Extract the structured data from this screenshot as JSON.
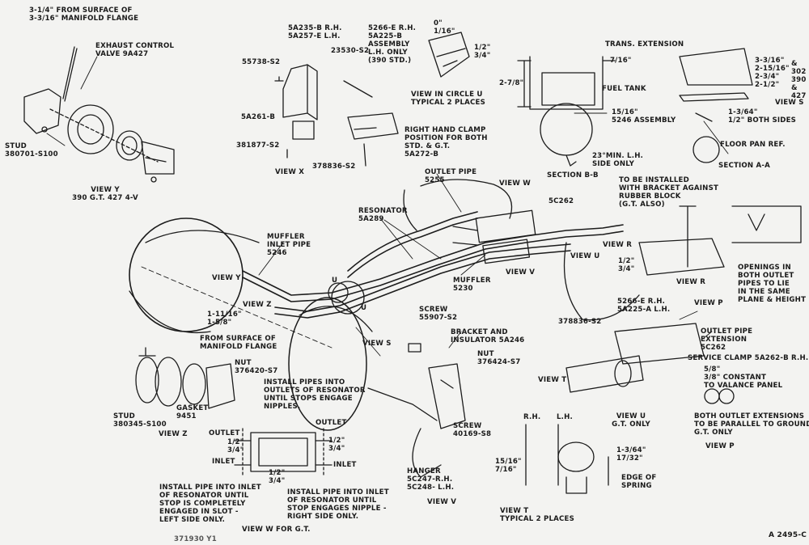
{
  "diagram_id": "A 2495-C",
  "views": {
    "view_y": {
      "title": "VIEW Y",
      "subtitle": "390 G.T. 427 4-V",
      "labels": [
        "3-1/4\" FROM SURFACE OF\n3-3/16\" MANIFOLD FLANGE",
        "EXHAUST CONTROL\nVALVE 9A427",
        "STUD\n380701-S100"
      ]
    },
    "view_x": {
      "title": "VIEW X",
      "labels": [
        "5A235-B R.H.\n5A257-E L.H.",
        "55738-S2",
        "23530-S2",
        "5266-E R.H.\n5A225-B\nASSEMBLY\nL.H. ONLY\n(390 STD.)",
        "5A261-B",
        "381877-S2",
        "RIGHT HAND CLAMP\nPOSITION FOR BOTH\nSTD. & G.T.\n5A272-B",
        "378836-S2"
      ]
    },
    "view_u_circle": {
      "title": "VIEW IN CIRCLE U\nTYPICAL 2 PLACES",
      "labels": [
        "0\"\n1/16\"",
        "1/2\"\n3/4\""
      ]
    },
    "section_bb": {
      "title": "SECTION B-B",
      "labels": [
        "7/16\"",
        "2-7/8\"",
        "FUEL TANK",
        "15/16\"\n5246 ASSEMBLY",
        "23°MIN. L.H.\nSIDE ONLY"
      ]
    },
    "view_s_section_aa": {
      "titles": [
        "VIEW S",
        "SECTION A-A"
      ],
      "labels": [
        "TRANS. EXTENSION",
        "3-3/16\"\n2-15/16\"\n2-3/4\"\n2-1/2\"",
        "&\n302\n390\n&\n427",
        "1-3/64\"\n1/2\" BOTH SIDES",
        "FLOOR PAN REF."
      ]
    },
    "main_assembly": {
      "labels": [
        "MUFFLER\nINLET PIPE\n5246",
        "RESONATOR\n5A289",
        "OUTLET PIPE\n5255",
        "5C262",
        "MUFFLER\n5230",
        "VIEW Y",
        "VIEW Z",
        "VIEW W",
        "VIEW S",
        "VIEW V",
        "VIEW U",
        "VIEW R",
        "VIEW P",
        "VIEW T",
        "U",
        "U"
      ]
    },
    "view_r": {
      "title": "VIEW R",
      "labels": [
        "TO BE INSTALLED\nWITH BRACKET AGAINST\nRUBBER BLOCK\n(G.T. ALSO)",
        "1/2\"\n3/4\"",
        "OPENINGS IN\nBOTH OUTLET\nPIPES TO LIE\nIN THE SAME\nPLANE & HEIGHT"
      ]
    },
    "view_z": {
      "title": "VIEW Z",
      "labels": [
        "1-11/16\"\n1-5/8\"",
        "FROM SURFACE OF\nMANIFOLD FLANGE",
        "NUT\n376420-S7",
        "GASKET\n9451",
        "STUD\n380345-S100"
      ]
    },
    "view_w": {
      "title": "VIEW W FOR G.T.",
      "labels": [
        "INSTALL PIPES INTO\nOUTLETS OF RESONATOR\nUNTIL STOPS ENGAGE\nNIPPLES.",
        "OUTLET",
        "OUTLET",
        "INLET",
        "INLET",
        "1/2\"\n3/4\"",
        "1/2\"\n3/4\"",
        "1/2\"\n3/4\"",
        "INSTALL PIPE INTO INLET\nOF RESONATOR UNTIL\nSTOP IS COMPLETELY\nENGAGED IN SLOT -\nLEFT SIDE ONLY.",
        "INSTALL PIPE INTO INLET\nOF RESONATOR UNTIL\nSTOP ENGAGES NIPPLE -\nRIGHT SIDE ONLY.",
        "371930 Y1"
      ]
    },
    "view_v": {
      "title": "VIEW V",
      "labels": [
        "SCREW\n55907-S2",
        "BRACKET AND\nINSULATOR 5A246",
        "NUT\n376424-S7",
        "SCREW\n40169-S8",
        "HANGER\n5C247-R.H.\n5C248- L.H."
      ]
    },
    "view_p": {
      "title": "VIEW P",
      "labels": [
        "378836-S2",
        "5266-E R.H.\n5A225-A L.H.",
        "OUTLET PIPE\nEXTENSION\n5C262",
        "SERVICE CLAMP 5A262-B R.H.",
        "5/8\"\n3/8\" CONSTANT\nTO VALANCE PANEL",
        "BOTH OUTLET EXTENSIONS\nTO BE PARALLEL TO GROUND\nG.T. ONLY"
      ]
    },
    "view_t": {
      "title": "VIEW T\nTYPICAL 2 PLACES",
      "labels": [
        "R.H.",
        "L.H.",
        "15/16\"\n7/16\"",
        "1-3/64\"\n17/32\"",
        "EDGE OF\nSPRING"
      ]
    },
    "view_u_gt": {
      "title": "VIEW U\nG.T. ONLY"
    }
  }
}
